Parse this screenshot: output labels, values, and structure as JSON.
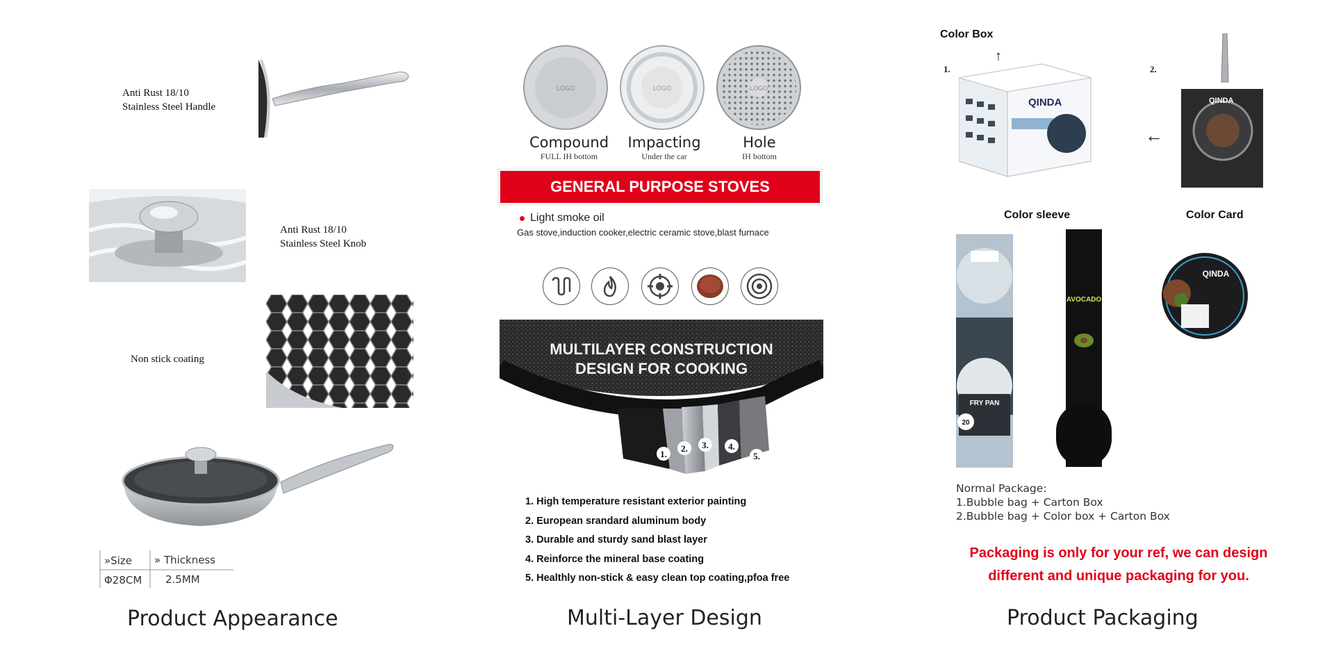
{
  "appearance": {
    "handle_label_1": "Anti Rust 18/10",
    "handle_label_2": "Stainless Steel Handle",
    "knob_label_1": "Anti Rust 18/10",
    "knob_label_2": "Stainless Steel Knob",
    "coating_label": "Non stick coating",
    "spec_table": {
      "size_header": "»Size",
      "thickness_header": "» Thickness",
      "size_value": "Φ28CM",
      "thickness_value": "2.5MM"
    },
    "title": "Product Appearance"
  },
  "multilayer": {
    "bottoms": [
      {
        "name": "Compound",
        "sub": "FULL IH bottom",
        "logo": "LOGO"
      },
      {
        "name": "Impacting",
        "sub": "Under the car",
        "logo": "LOGO"
      },
      {
        "name": "Hole",
        "sub": "IH bottom",
        "logo": "LOGO"
      }
    ],
    "banner": "GENERAL PURPOSE STOVES",
    "oil": "Light smoke oil",
    "stoves": "Gas stove,induction cooker,electric ceramic stove,blast furnace",
    "stove_icons": [
      "coil-stove-icon",
      "flame-icon",
      "gas-burner-icon",
      "ceramic-plate-icon",
      "induction-icon"
    ],
    "construction_title_1": "MULTILAYER CONSTRUCTION",
    "construction_title_2": "DESIGN FOR COOKING",
    "layer_numbers": [
      "1.",
      "2.",
      "3.",
      "4.",
      "5."
    ],
    "features": [
      "1. High temperature resistant exterior painting",
      "2. European srandard aluminum body",
      "3. Durable and sturdy sand blast layer",
      "4. Reinforce the mineral base coating",
      "5. Healthly non-stick & easy clean top coating,pfoa free"
    ],
    "title": "Multi-Layer Design"
  },
  "packaging": {
    "color_box": "Color Box",
    "num_1": "1.",
    "num_2": "2.",
    "color_sleeve": "Color sleeve",
    "color_card": "Color Card",
    "normal_pkg": "Normal Package:",
    "pkg_1": "1.Bubble bag + Carton Box",
    "pkg_2": "2.Bubble bag + Color box + Carton Box",
    "ref_line_1": "Packaging is only for your ref, we can design",
    "ref_line_2": "different and unique packaging for you.",
    "title": "Product Packaging",
    "brand": "QINDA",
    "sleeve_text_1": "FRY PAN",
    "sleeve_text_2": "AVOCADO",
    "sleeve_badge": "20"
  },
  "colors": {
    "accent_red": "#e0001a",
    "steel": "#b8bcc0",
    "dark_coating": "#2a2a2a"
  }
}
